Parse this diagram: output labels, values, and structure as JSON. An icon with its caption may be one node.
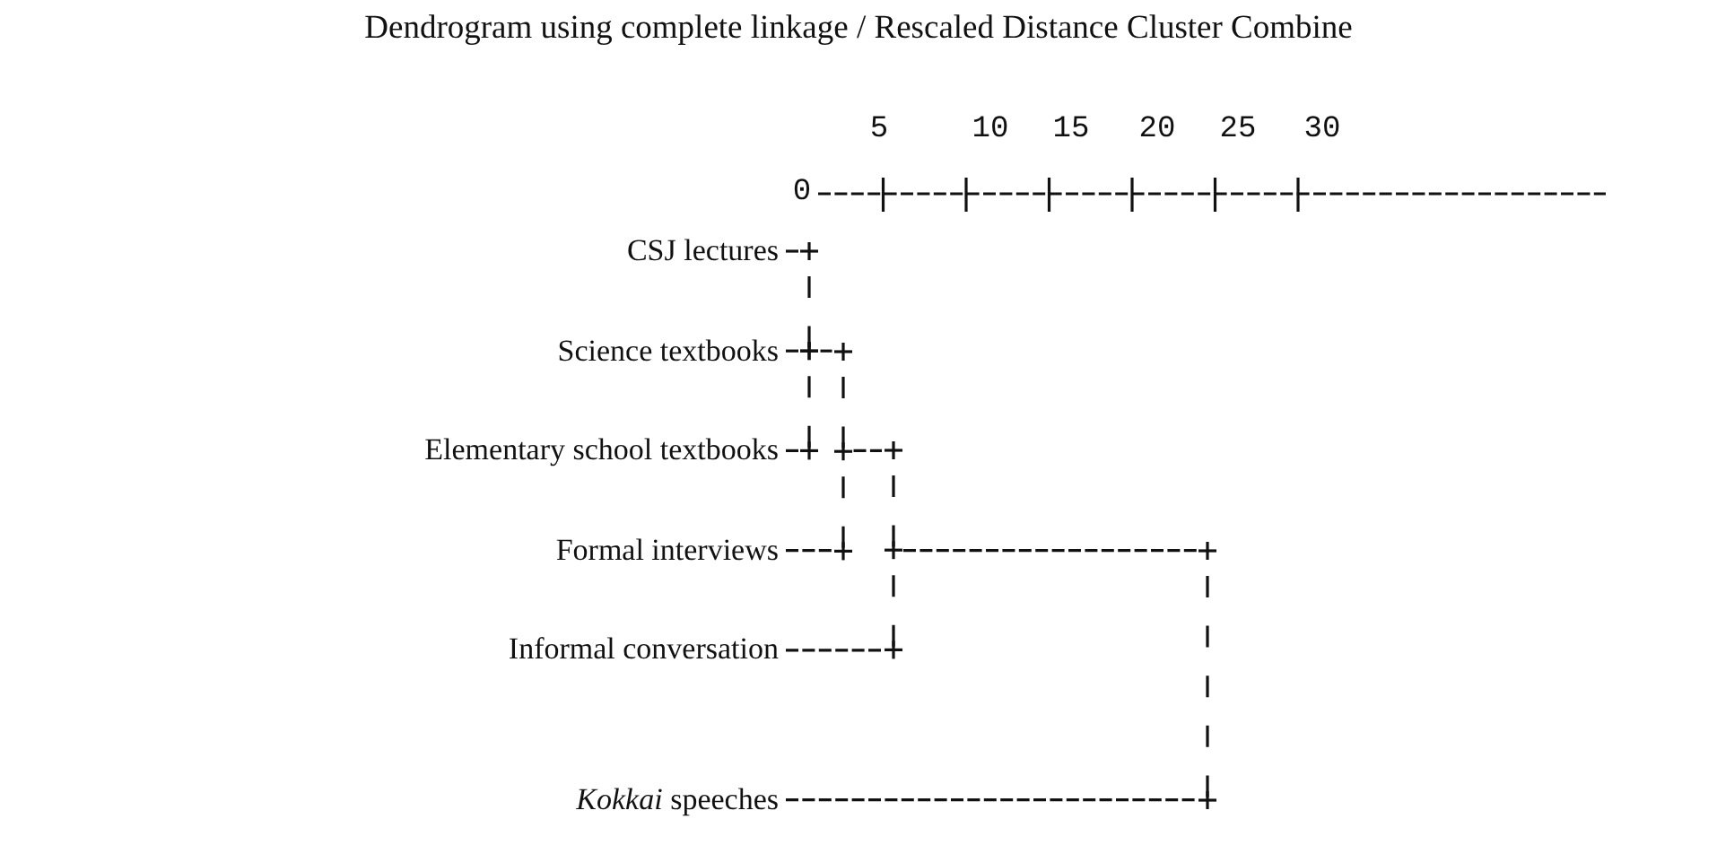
{
  "diagram": {
    "title": "Dendrogram using complete linkage / Rescaled Distance Cluster Combine",
    "nodes": [
      {
        "text": [
          "CSJ lectures"
        ]
      },
      {
        "text": [
          "Science textbooks"
        ]
      },
      {
        "text": [
          "Elementary school textbooks"
        ]
      },
      {
        "text": [
          "Formal interviews"
        ]
      },
      {
        "text": [
          "Informal conversation"
        ]
      },
      {
        "text": [
          "*Kokkai* speeches"
        ]
      },
      {
        "text": [],
        "shape": "bar"
      },
      {
        "text": [],
        "shape": "bar"
      },
      {
        "text": [],
        "shape": "bar"
      },
      {
        "text": [],
        "shape": "bar"
      }
    ],
    "edges": [
      {
        "from": 0,
        "to": 6,
        "arrow": "none"
      },
      {
        "from": 1,
        "to": 6,
        "arrow": "none"
      },
      {
        "from": 2,
        "to": 6,
        "arrow": "none"
      },
      {
        "from": 6,
        "to": 7,
        "arrow": "none"
      },
      {
        "from": 3,
        "to": 7,
        "arrow": "none"
      },
      {
        "from": 7,
        "to": 8,
        "arrow": "none"
      },
      {
        "from": 4,
        "to": 8,
        "arrow": "none"
      },
      {
        "from": 8,
        "to": 9,
        "arrow": "none"
      },
      {
        "from": 5,
        "to": 9,
        "arrow": "none"
      }
    ],
    "labels": [
      "5",
      "10",
      "15",
      "20",
      "25",
      "30",
      "0"
    ]
  }
}
